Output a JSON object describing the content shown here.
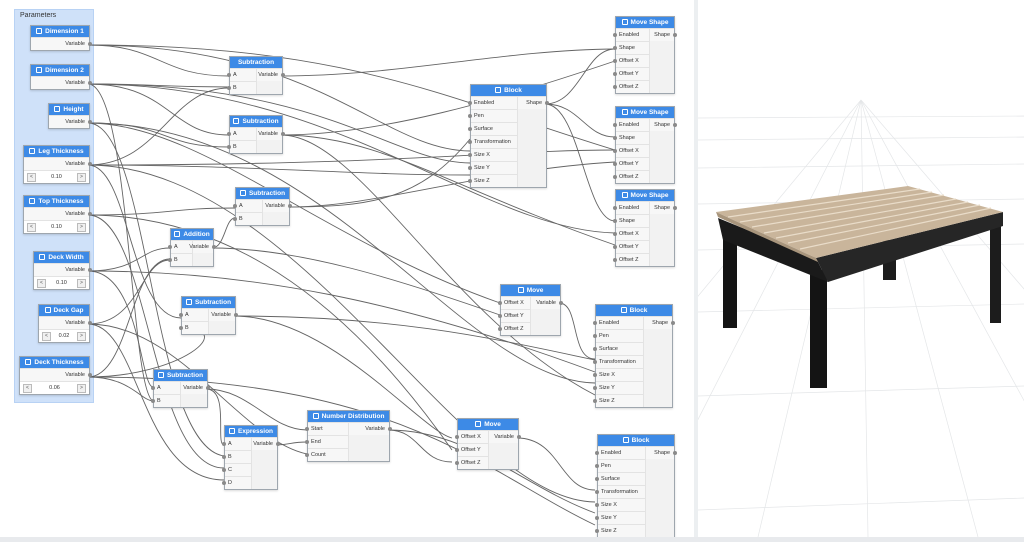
{
  "group": {
    "title": "Parameters"
  },
  "labels": {
    "variable": "Variable",
    "shape": "Shape",
    "enabled": "Enabled",
    "pen": "Pen",
    "surface": "Surface",
    "transformation": "Transformation",
    "size_x": "Size X",
    "size_y": "Size Y",
    "size_z": "Size Z",
    "offset_x": "Offset X",
    "offset_y": "Offset Y",
    "offset_z": "Offset Z",
    "a": "A",
    "b": "B",
    "c": "C",
    "d": "D",
    "start": "Start",
    "end": "End",
    "count": "Count",
    "dec": "<",
    "inc": ">"
  },
  "nodes": {
    "dimension1": {
      "title": "Dimension 1"
    },
    "dimension2": {
      "title": "Dimension 2"
    },
    "height": {
      "title": "Height"
    },
    "leg_thickness": {
      "title": "Leg Thickness",
      "value": "0.10"
    },
    "top_thickness": {
      "title": "Top Thickness",
      "value": "0.10"
    },
    "deck_width": {
      "title": "Deck Width",
      "value": "0.10"
    },
    "deck_gap": {
      "title": "Deck Gap",
      "value": "0.02"
    },
    "deck_thickness": {
      "title": "Deck Thickness",
      "value": "0.06"
    },
    "subtraction1": {
      "title": "Subtraction"
    },
    "subtraction2": {
      "title": "Subtraction"
    },
    "subtraction3": {
      "title": "Subtraction"
    },
    "subtraction4": {
      "title": "Subtraction"
    },
    "subtraction5": {
      "title": "Subtraction"
    },
    "addition": {
      "title": "Addition"
    },
    "expression": {
      "title": "Expression"
    },
    "number_distribution": {
      "title": "Number Distribution"
    },
    "block1": {
      "title": "Block"
    },
    "block2": {
      "title": "Block"
    },
    "block3": {
      "title": "Block"
    },
    "move1": {
      "title": "Move"
    },
    "move2": {
      "title": "Move"
    },
    "move_shape1": {
      "title": "Move Shape"
    },
    "move_shape2": {
      "title": "Move Shape"
    },
    "move_shape3": {
      "title": "Move Shape"
    }
  },
  "colors": {
    "node_header": "#3d8ae6",
    "group_bg": "#cfe1f9",
    "wire": "#4a4a4a",
    "table_wood": "#c9b59b",
    "table_frame": "#1c1c1c"
  }
}
